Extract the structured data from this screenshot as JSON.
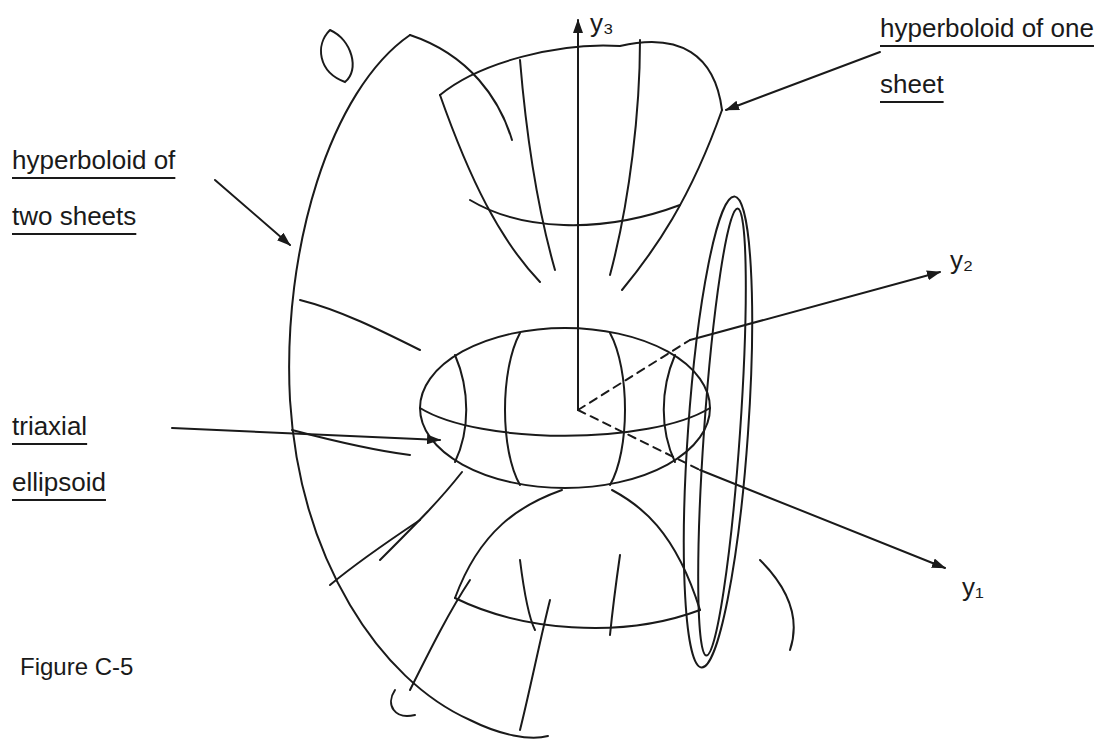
{
  "diagram": {
    "labels": [
      "hyperboloid of one sheet",
      "hyperboloid of two sheets",
      "triaxial ellipsoid",
      "y₃",
      "y₂",
      "y₁",
      "Figure C-5"
    ]
  }
}
